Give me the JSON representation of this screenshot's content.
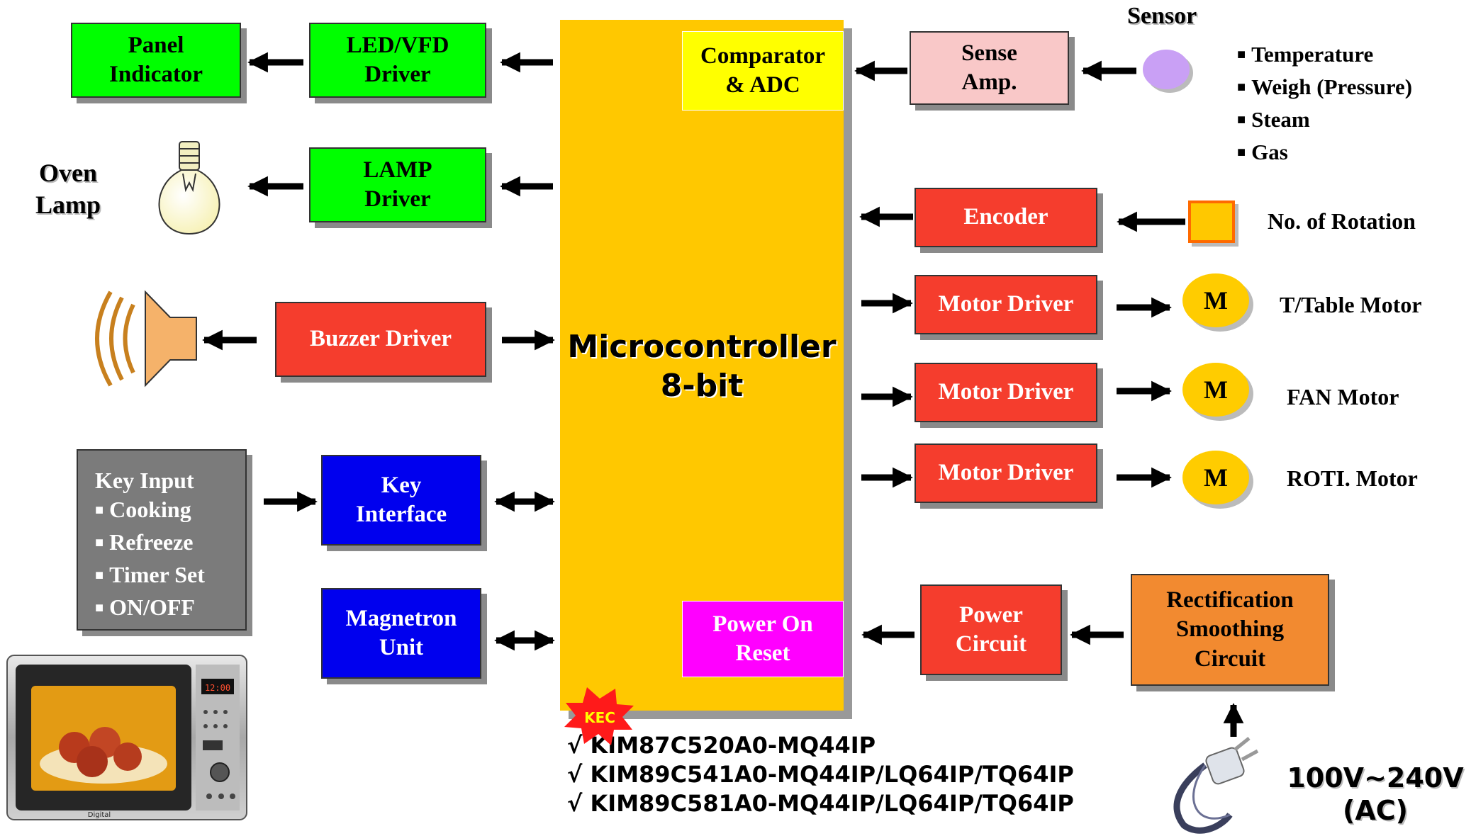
{
  "blocks": {
    "panel_indicator": "Panel\nIndicator",
    "led_vfd_driver": "LED/VFD\nDriver",
    "lamp_driver": "LAMP\nDriver",
    "buzzer_driver": "Buzzer Driver",
    "key_interface": "Key\nInterface",
    "magnetron_unit": "Magnetron\nUnit",
    "comparator_adc": "Comparator\n& ADC",
    "power_on_reset": "Power On\nReset",
    "sense_amp": "Sense\nAmp.",
    "encoder": "Encoder",
    "motor_driver_1": "Motor Driver",
    "motor_driver_2": "Motor Driver",
    "motor_driver_3": "Motor Driver",
    "power_circuit": "Power\nCircuit",
    "rectification": "Rectification\nSmoothing\nCircuit"
  },
  "microcontroller": "Microcontroller\n8-bit",
  "oven_lamp": "Oven\nLamp",
  "key_input": {
    "title": "Key Input",
    "items": [
      "Cooking",
      "Refreeze",
      "Timer Set",
      "ON/OFF"
    ]
  },
  "sensor": {
    "title": "Sensor",
    "items": [
      "Temperature",
      "Weigh (Pressure)",
      "Steam",
      "Gas"
    ]
  },
  "rotation_label": "No. of Rotation",
  "motors": {
    "symbol": "M",
    "labels": [
      "T/Table Motor",
      "FAN Motor",
      "ROTI. Motor"
    ]
  },
  "kec_logo": "KEC",
  "oven_display": "12:00",
  "oven_brand": "Digital",
  "models": [
    "√ KIM87C520A0-MQ44IP",
    "√ KIM89C541A0-MQ44IP/LQ64IP/TQ64IP",
    "√ KIM89C581A0-MQ44IP/LQ64IP/TQ64IP"
  ],
  "ac_input": "100V~240V\n(AC)",
  "colors": {
    "green": "#00ff00",
    "red": "#f53d2d",
    "blue": "#0000ee",
    "mcu_yellow": "#ffc800",
    "magenta": "#ff00ff",
    "orange": "#f28a30"
  }
}
